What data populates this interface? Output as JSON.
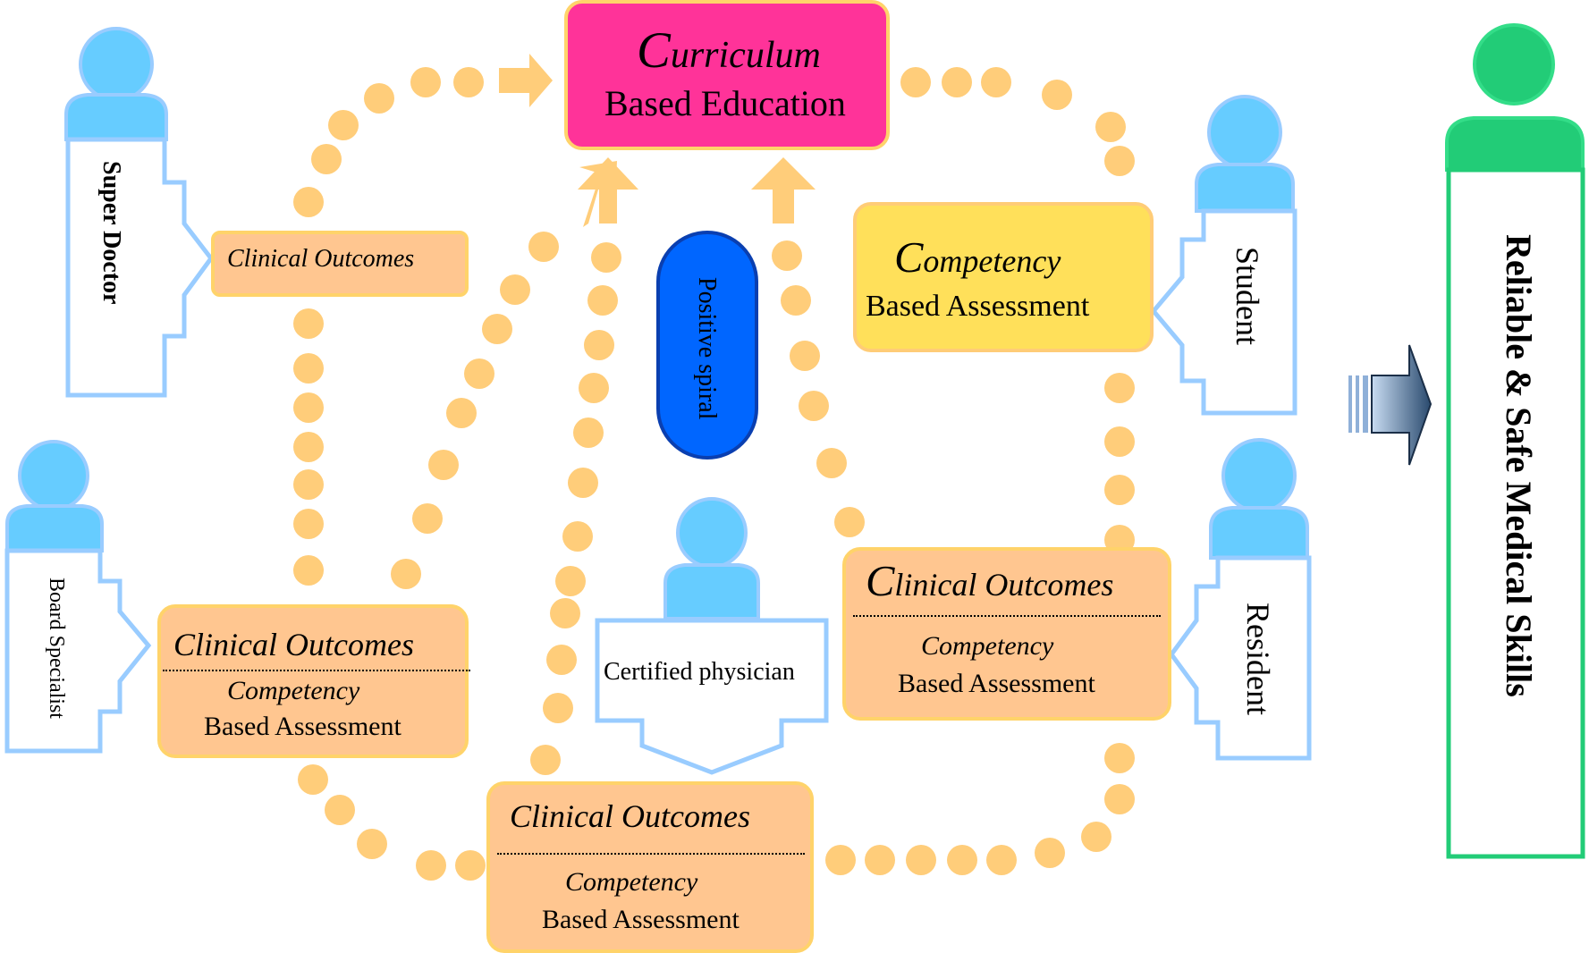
{
  "curriculum": {
    "first_letter": "C",
    "rest": "urriculum",
    "line2": "Based Education"
  },
  "competency_box": {
    "first_letter": "C",
    "rest": "ompetency",
    "line2": "Based Assessment"
  },
  "center_label": "Positive spiral",
  "outcome_boxes": {
    "top_left": {
      "title": "Clinical Outcomes"
    },
    "left": {
      "title": "Clinical Outcomes",
      "line2": "Competency",
      "line3": "Based Assessment"
    },
    "bottom": {
      "title": "Clinical Outcomes",
      "line2": "Competency",
      "line3": "Based Assessment"
    },
    "right": {
      "first_letter": "C",
      "rest": "linical Outcomes",
      "line2": "Competency",
      "line3": "Based Assessment"
    }
  },
  "roles": {
    "super_doctor": "Super Doctor",
    "board_specialist": "Board Specialist",
    "certified_physician": "Certified physician",
    "student": "Student",
    "resident": "Resident"
  },
  "result": "Reliable & Safe Medical Skills",
  "colors": {
    "curriculum_fill": "#ff3399",
    "competency_fill": "#ffe05a",
    "outcome_fill": "#ffc690",
    "dot": "#ffcd7a",
    "person": "#66ccff",
    "person_outline": "#99ccff",
    "result_person": "#22cc77",
    "pill": "#0066ff"
  }
}
